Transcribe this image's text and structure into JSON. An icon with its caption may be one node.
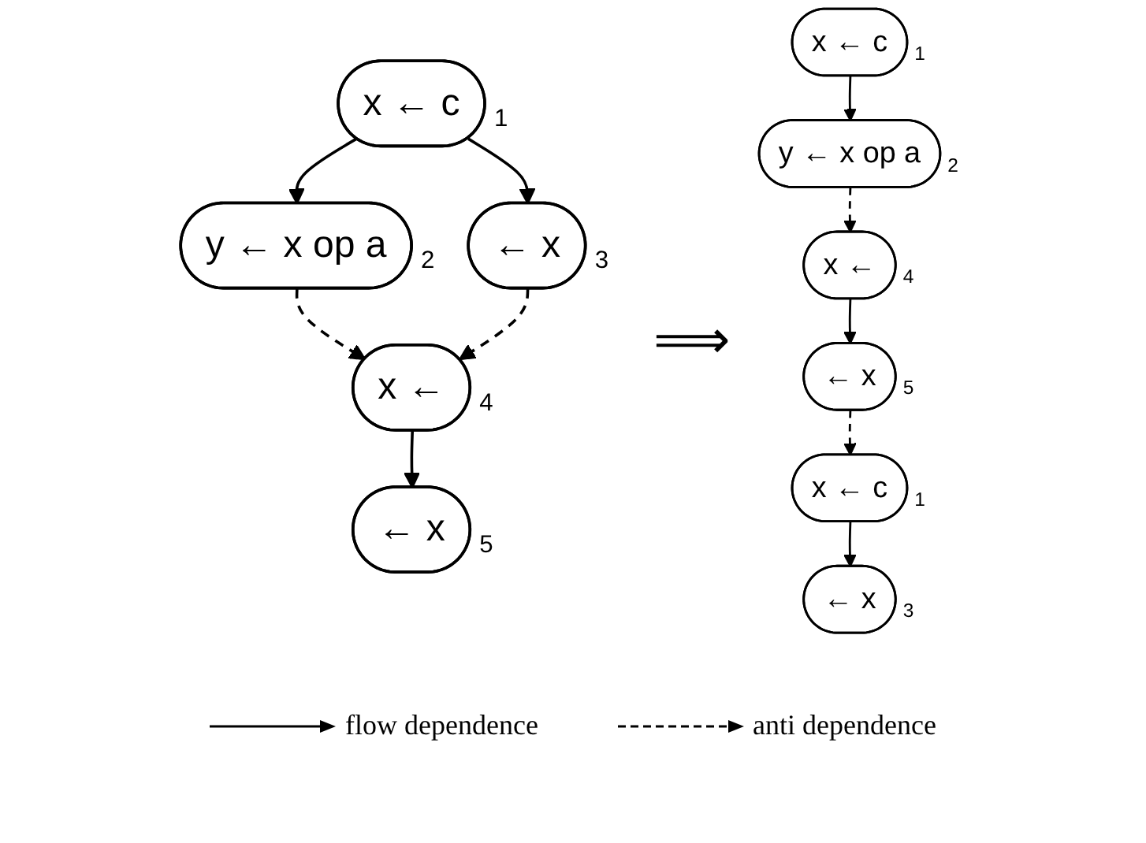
{
  "diagram": {
    "nodes": [
      {
        "text": [
          "x ← c"
        ],
        "beside": [
          "1"
        ]
      },
      {
        "text": [
          "y ← x op a"
        ],
        "beside": [
          "2"
        ]
      },
      {
        "text": [
          "← x"
        ],
        "beside": [
          "3"
        ]
      },
      {
        "text": [
          "x ←"
        ],
        "beside": [
          "4"
        ]
      },
      {
        "text": [
          "← x"
        ],
        "beside": [
          "5"
        ]
      },
      {
        "text": [
          "x ← c"
        ],
        "beside": [
          "1"
        ]
      },
      {
        "text": [
          "y ← x op a"
        ],
        "beside": [
          "2"
        ]
      },
      {
        "text": [
          "x ←"
        ],
        "beside": [
          "4"
        ]
      },
      {
        "text": [
          "← x"
        ],
        "beside": [
          "5"
        ]
      },
      {
        "text": [
          "x ← c"
        ],
        "beside": [
          "1"
        ]
      },
      {
        "text": [
          "← x"
        ],
        "beside": [
          "3"
        ]
      }
    ],
    "edges": [
      {
        "from": 0,
        "to": 1,
        "arrow": "to"
      },
      {
        "from": 0,
        "to": 2,
        "arrow": "to"
      },
      {
        "from": 1,
        "to": 3,
        "arrow": "to",
        "style": "dashed"
      },
      {
        "from": 2,
        "to": 3,
        "arrow": "to",
        "style": "dashed"
      },
      {
        "from": 3,
        "to": 4,
        "arrow": "to"
      },
      {
        "from": 5,
        "to": 6,
        "arrow": "to"
      },
      {
        "from": 6,
        "to": 7,
        "arrow": "to",
        "style": "dashed"
      },
      {
        "from": 7,
        "to": 8,
        "arrow": "to"
      },
      {
        "from": 8,
        "to": 9,
        "arrow": "to",
        "style": "dashed"
      },
      {
        "from": 9,
        "to": 10,
        "arrow": "to"
      }
    ],
    "labels": [
      "⟹"
    ],
    "legend": [
      {
        "text": "flow dependence"
      },
      {
        "text": "anti dependence"
      }
    ]
  }
}
